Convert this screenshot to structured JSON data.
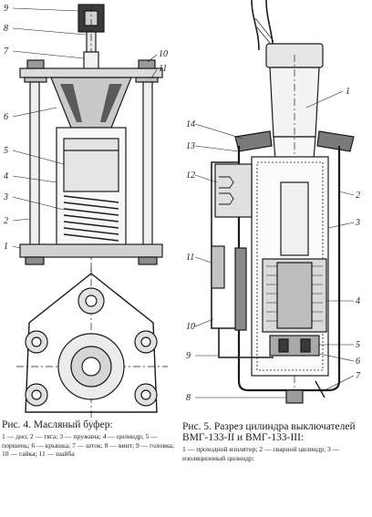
{
  "fig4": {
    "labels": [
      "9",
      "8",
      "7",
      "10",
      "11",
      "6",
      "5",
      "4",
      "3",
      "2",
      "1"
    ],
    "caption_title": "Рис. 4. Масляный буфер:",
    "caption_body": "1 — дно; 2 — тяга; 3 — пружина; 4 — цилиндр; 5 — поршень; 6 — крышка; 7 — шток; 8 — винт; 9 — головка; 10 — гайка; 11 — шайба"
  },
  "fig5": {
    "labels": [
      "14",
      "13",
      "12",
      "11",
      "10",
      "9",
      "8",
      "1",
      "2",
      "3",
      "4",
      "5",
      "6",
      "7"
    ],
    "caption_title": "Рис. 5. Разрез цилиндра выключателей ВМГ-133-II и ВМГ-133-III:",
    "caption_body": "1 — проходной изолятор; 2 — сварной цилиндр; 3 — изоляционный цилиндр;"
  }
}
